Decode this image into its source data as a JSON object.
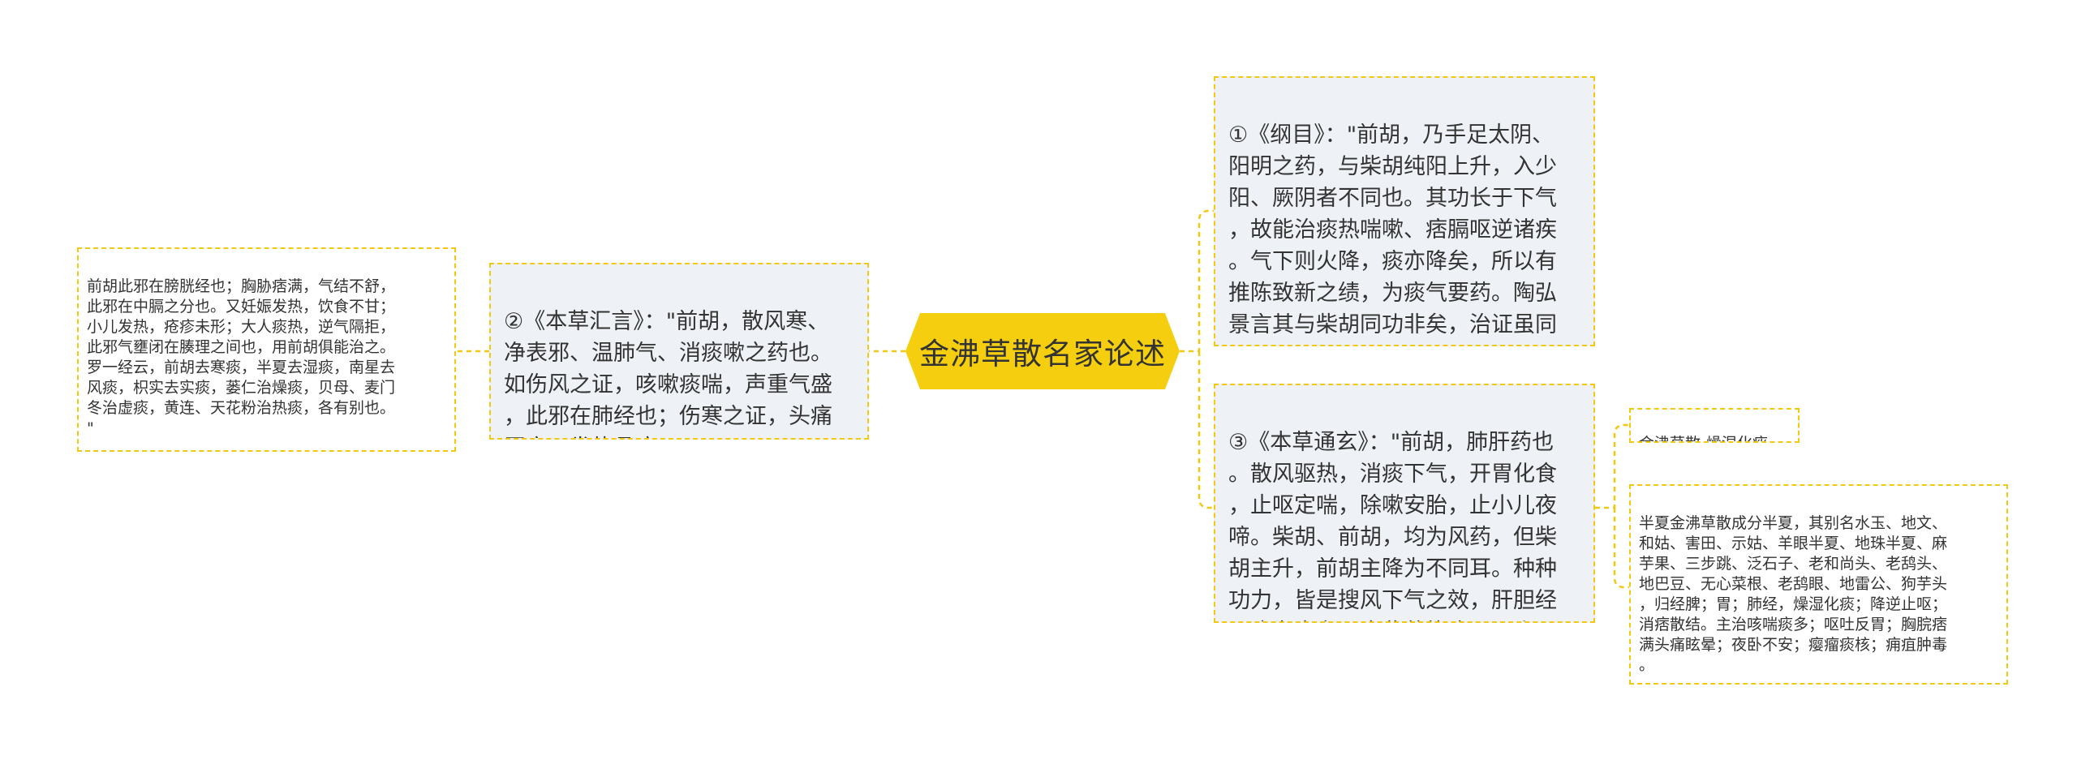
{
  "root": {
    "label": "金沸草散名家论述"
  },
  "left": {
    "quote2": "②《本草汇言》：\"前胡，散风寒、\n净表邪、温肺气、消痰嗽之药也。\n如伤风之证，咳嗽痰喘，声重气盛\n，此邪在肺经也；伤寒之证，头痛\n恶寒，发热骨疼，",
    "quote2_detail": "前胡此邪在膀胱经也；胸胁痞满，气结不舒，\n此邪在中膈之分也。又妊娠发热，饮食不甘；\n小儿发热，疮疹未形；大人痰热，逆气隔拒，\n此邪气壅闭在腠理之间也，用前胡俱能治之。\n罗一经云，前胡去寒痰，半夏去湿痰，南星去\n风痰，枳实去实痰，蒌仁治燥痰，贝母、麦门\n冬治虚痰，黄连、天花粉治热痰，各有别也。\n\""
  },
  "right": {
    "quote1": "①《纲目》：\"前胡，乃手足太阴、\n阳明之药，与柴胡纯阳上升，入少\n阳、厥阴者不同也。其功长于下气\n，故能治痰热喘嗽、痞膈呕逆诸疾\n。气下则火降，痰亦降矣，所以有\n推陈致新之绩，为痰气要药。陶弘\n景言其与柴胡同功非矣，治证虽同\n，而所入所主则异。\"",
    "quote3": "③《本草通玄》：\"前胡，肺肝药也\n。散风驱热，消痰下气，开胃化食\n，止呕定喘，除嗽安胎，止小儿夜\n啼。柴胡、前胡，均为风药，但柴\n胡主升，前胡主降为不同耳。种种\n功力，皆是搜风下气之效，肝胆经\n风痰为患者，舍此莫能疗。忌火。\"",
    "leaf_title": "金沸草散-燥湿化痰",
    "leaf_detail": "半夏金沸草散成分半夏，其别名水玉、地文、\n和姑、害田、示姑、羊眼半夏、地珠半夏、麻\n芋果、三步跳、泛石子、老和尚头、老鸹头、\n地巴豆、无心菜根、老鸹眼、地雷公、狗芋头\n，归经脾；胃；肺经，燥湿化痰；降逆止呕；\n消痞散结。主治咳喘痰多；呕吐反胃；胸脘痞\n满头痛眩晕；夜卧不安；瘿瘤痰核；痈疽肿毒\n。"
  },
  "colors": {
    "accent": "#f2c811",
    "node_fill": "#eef1f5",
    "text": "#333333"
  }
}
